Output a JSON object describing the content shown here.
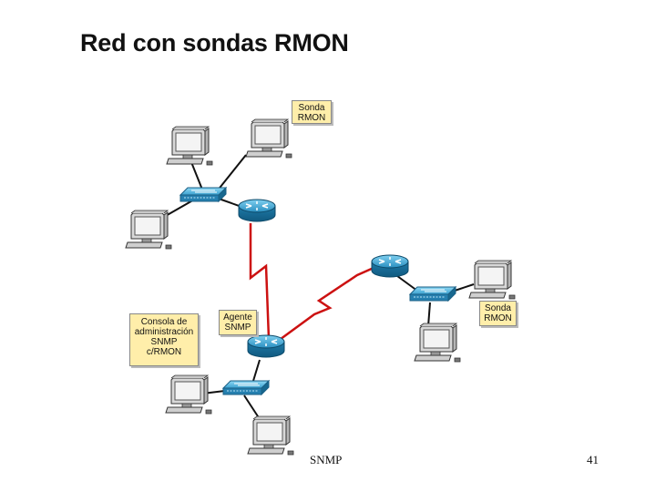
{
  "slide": {
    "title": "Red con sondas RMON",
    "footer_text": "SNMP",
    "page_number": "41"
  },
  "labels": {
    "probe_top": [
      "Sonda",
      "RMON"
    ],
    "probe_right": [
      "Sonda",
      "RMON"
    ],
    "agent": [
      "Agente",
      "SNMP"
    ],
    "console": [
      "Consola de",
      "administración",
      "SNMP",
      "c/RMON"
    ]
  },
  "colors": {
    "label_fill": "#ffeeaa",
    "device_blue": "#2a8fc0",
    "wan_link": "#cc1111",
    "lan_link": "#111111"
  },
  "icons": [
    "workstation-icon",
    "switch-icon",
    "router-icon"
  ]
}
